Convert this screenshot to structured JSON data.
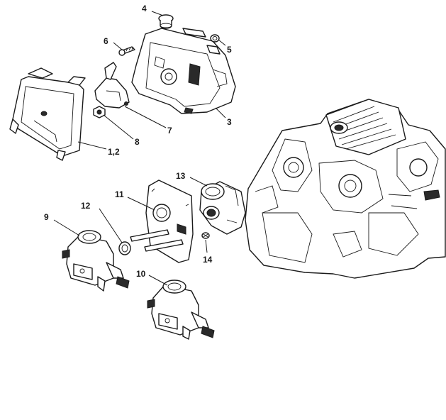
{
  "callouts": [
    {
      "id": "1-2",
      "label": "1,2"
    },
    {
      "id": "3",
      "label": "3"
    },
    {
      "id": "4",
      "label": "4"
    },
    {
      "id": "5",
      "label": "5"
    },
    {
      "id": "6",
      "label": "6"
    },
    {
      "id": "7",
      "label": "7"
    },
    {
      "id": "8",
      "label": "8"
    },
    {
      "id": "9",
      "label": "9"
    },
    {
      "id": "10",
      "label": "10"
    },
    {
      "id": "11",
      "label": "11"
    },
    {
      "id": "12",
      "label": "12"
    },
    {
      "id": "13",
      "label": "13"
    },
    {
      "id": "14",
      "label": "14"
    }
  ]
}
